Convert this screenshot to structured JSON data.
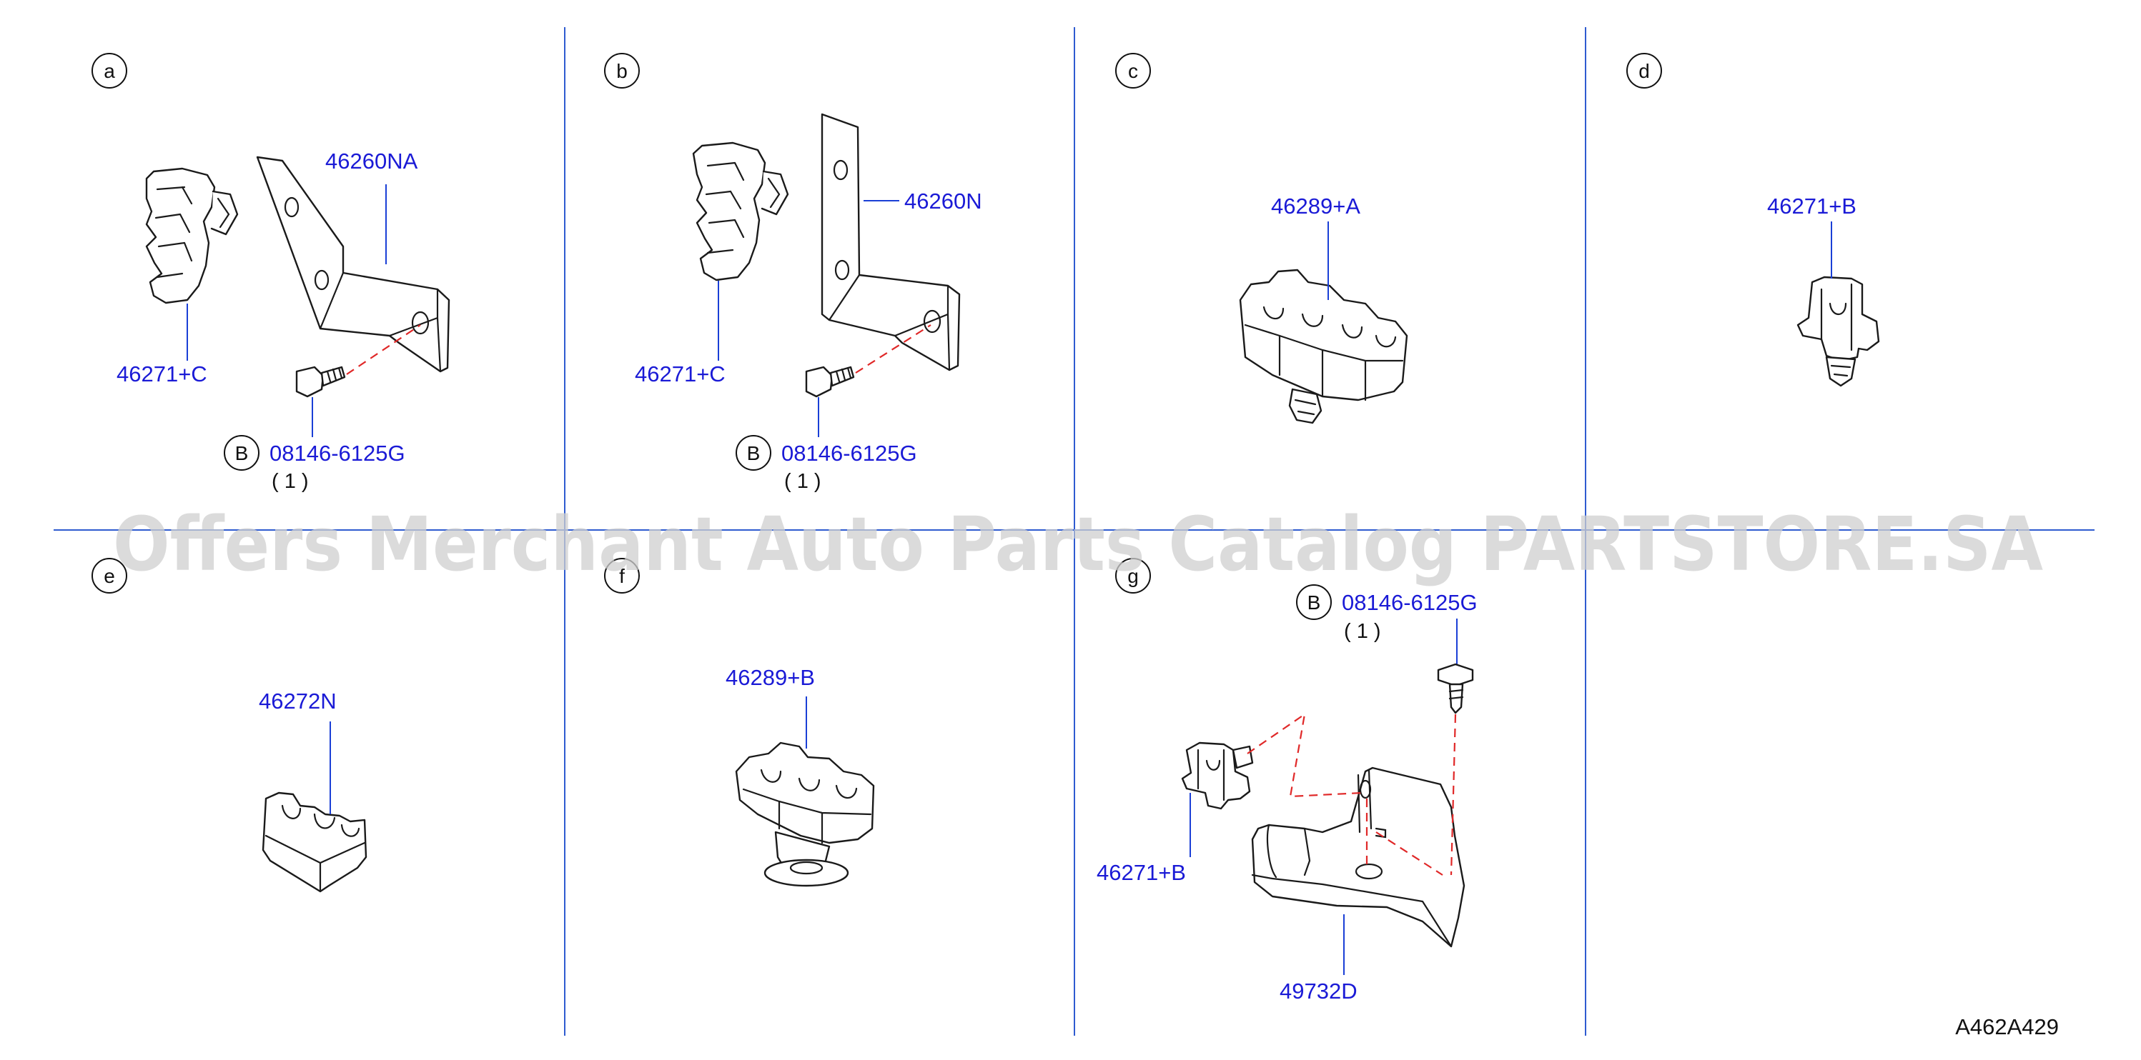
{
  "panels": [
    {
      "letter": "a",
      "labels": [
        "46260NA",
        "46271+C",
        "08146-6125G"
      ],
      "bolt_marker": "B",
      "bolt_qty": "( 1 )"
    },
    {
      "letter": "b",
      "labels": [
        "46260N",
        "46271+C",
        "08146-6125G"
      ],
      "bolt_marker": "B",
      "bolt_qty": "( 1 )"
    },
    {
      "letter": "c",
      "labels": [
        "46289+A"
      ]
    },
    {
      "letter": "d",
      "labels": [
        "46271+B"
      ]
    },
    {
      "letter": "e",
      "labels": [
        "46272N"
      ]
    },
    {
      "letter": "f",
      "labels": [
        "46289+B"
      ]
    },
    {
      "letter": "g",
      "labels": [
        "08146-6125G",
        "46271+B",
        "49732D"
      ],
      "bolt_marker": "B",
      "bolt_qty": "( 1 )"
    }
  ],
  "diagram_ref": "A462A429",
  "watermark": "Offers Merchant Auto Parts Catalog PARTSTORE.SA",
  "colors": {
    "callout": "#1a1ad6",
    "divider": "#2f5bd0",
    "dashed_guide": "#e02828",
    "watermark": "#cfcfcf"
  }
}
